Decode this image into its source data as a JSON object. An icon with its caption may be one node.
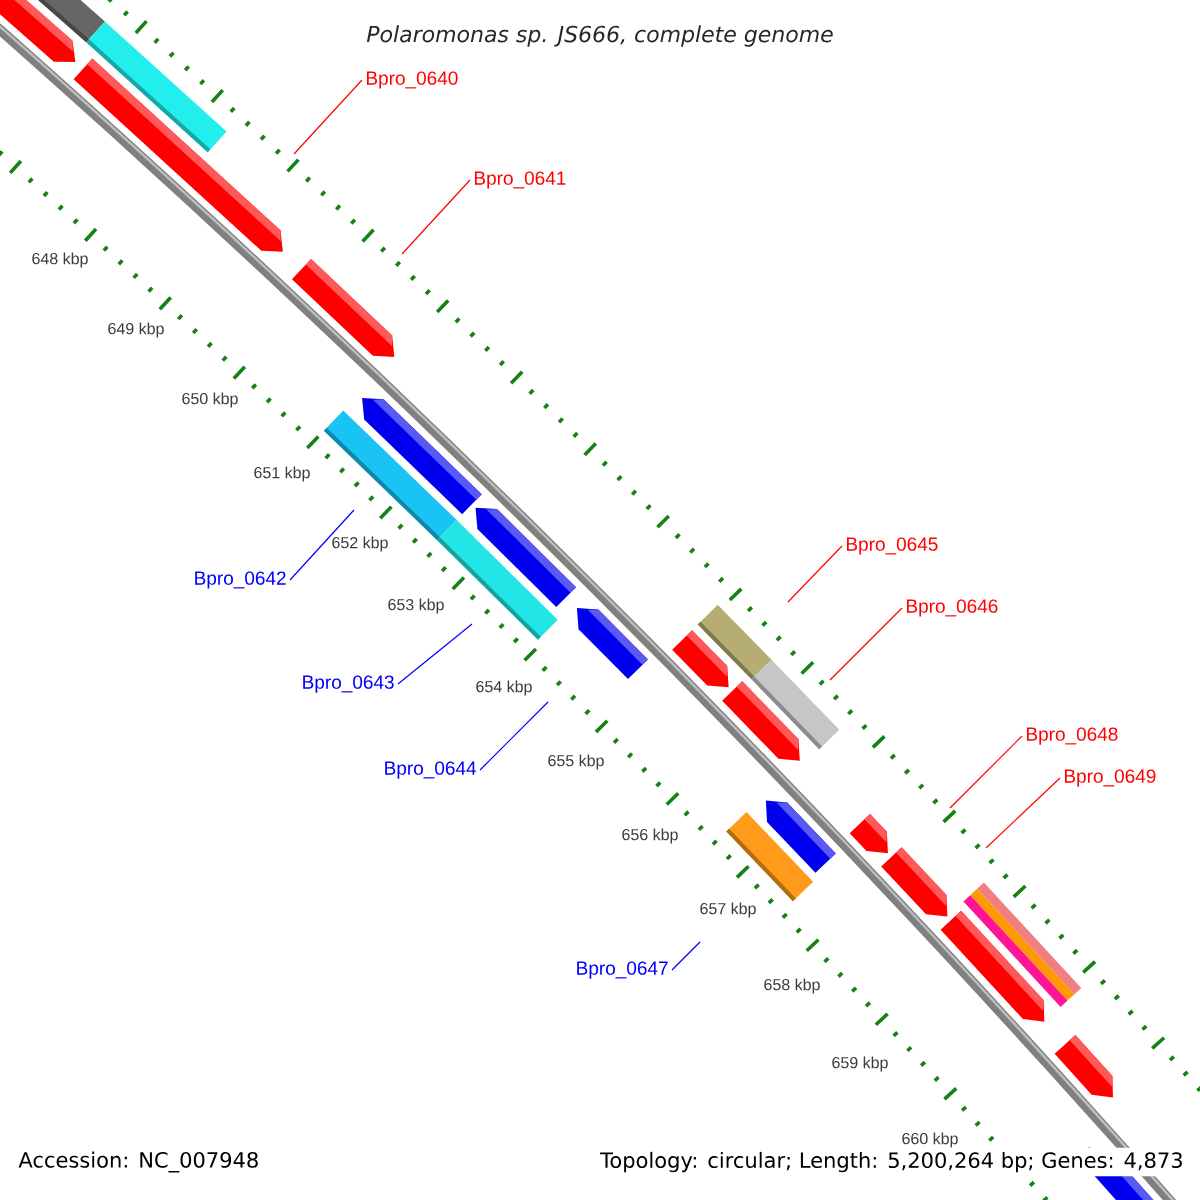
{
  "diagram": {
    "title": "Polaromonas sp. JS666, complete genome",
    "nodes": [
      {
        "text": [
          "Bpro_0640"
        ]
      },
      {
        "text": [
          "Bpro_0641"
        ]
      },
      {
        "text": [
          "Bpro_0645"
        ]
      },
      {
        "text": [
          "Bpro_0642"
        ]
      },
      {
        "text": [
          "Bpro_0646"
        ]
      },
      {
        "text": [
          "Bpro_0643"
        ]
      },
      {
        "text": [
          "Bpro_0648"
        ]
      },
      {
        "text": [
          "Bpro_0644"
        ]
      },
      {
        "text": [
          "Bpro_0649"
        ]
      },
      {
        "text": [
          "Bpro_0647"
        ]
      }
    ],
    "edges": [
      {
        "from": 0,
        "to": null,
        "arrow": "none"
      },
      {
        "from": 1,
        "to": null,
        "arrow": "none"
      },
      {
        "from": 2,
        "to": null,
        "arrow": "none"
      },
      {
        "from": 3,
        "to": null,
        "arrow": "none",
        "color": "#0000ff"
      },
      {
        "from": 4,
        "to": null,
        "arrow": "none"
      },
      {
        "from": 5,
        "to": null,
        "arrow": "none",
        "color": "#0000ff"
      },
      {
        "from": 6,
        "to": null,
        "arrow": "none"
      },
      {
        "from": 7,
        "to": null,
        "arrow": "none",
        "color": "#0000ff"
      },
      {
        "from": 8,
        "to": null,
        "arrow": "none"
      },
      {
        "from": 9,
        "to": null,
        "arrow": "none",
        "color": "#0000ff"
      }
    ],
    "labels": [
      "648 kbp",
      "649 kbp",
      "650 kbp",
      "651 kbp",
      "652 kbp",
      "653 kbp",
      "654 kbp",
      "655 kbp",
      "656 kbp",
      "657 kbp",
      "658 kbp",
      "659 kbp",
      "660 kbp",
      "Accession: NC_007948",
      "Topology: circular; Length: 5,200,264 bp; Genes: 4,873"
    ]
  }
}
